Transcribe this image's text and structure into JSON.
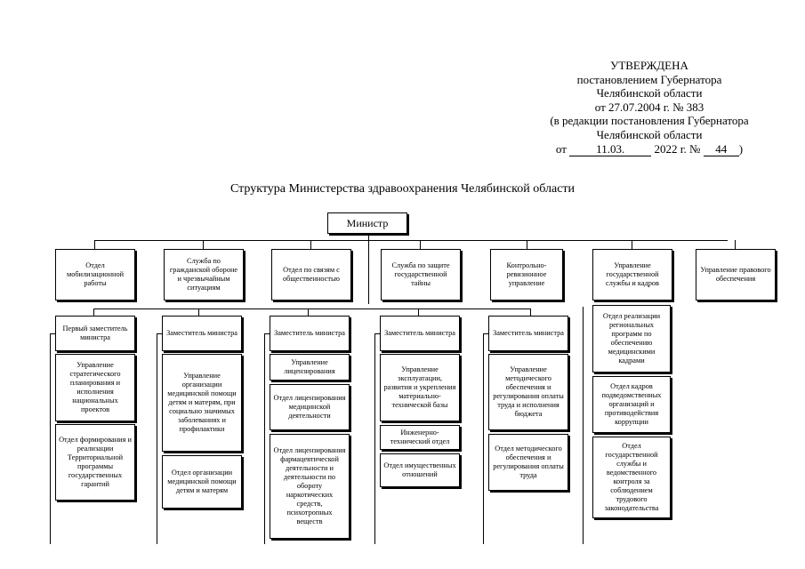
{
  "approval": {
    "line1": "УТВЕРЖДЕНА",
    "line2": "постановлением Губернатора",
    "line3": "Челябинской области",
    "line4": "от 27.07.2004 г. № 383",
    "line5": "(в редакции постановления Губернатора",
    "line6": "Челябинской области",
    "date_prefix": "от",
    "date_value": "11.03.",
    "year_text": "2022 г. №",
    "number_value": "44",
    "close_paren": ")"
  },
  "title": "Структура Министерства здравоохранения Челябинской области",
  "minister": "Министр",
  "top_row": [
    "Отдел мобилизационной работы",
    "Служба по гражданской обороне и чрезвычайным ситуациям",
    "Отдел по связям с общественностью",
    "Служба по защите государственной тайны",
    "Контрольно-ревизионное управление",
    "Управление государственной службы и кадров",
    "Управление правового обеспечения"
  ],
  "deputies": [
    "Первый заместитель министра",
    "Заместитель министра",
    "Заместитель министра",
    "Заместитель министра",
    "Заместитель министра"
  ],
  "col1": [
    "Управление стратегического планирования и исполнения национальных проектов",
    "Отдел формирования и реализации Территориальной программы государственных гарантий"
  ],
  "col2": [
    "Управление организации медицинской помощи детям и матерям, при социально значимых заболеваниях и профилактики",
    "Отдел организации медицинской помощи детям и матерям"
  ],
  "col3": [
    "Управление лицензирования",
    "Отдел лицензирования медицинской деятельности",
    "Отдел лицензирования фармацевтической деятельности и деятельности по обороту наркотических средств, психотропных веществ"
  ],
  "col4": [
    "Управление эксплуатации, развития и укрепления материально-технической базы",
    "Инженерно-технический отдел",
    "Отдел имущественных отношений"
  ],
  "col5": [
    "Управление методического обеспечения и регулирования оплаты труда и исполнения бюджета",
    "Отдел методического обеспечения и регулирования оплаты труда"
  ],
  "col6": [
    "Отдел реализации региональных программ по обеспечению медицинскими кадрами",
    "Отдел кадров подведомственных организаций и противодействия коррупции",
    "Отдел государственной службы и ведомственного контроля за соблюдением трудового законодательства"
  ]
}
